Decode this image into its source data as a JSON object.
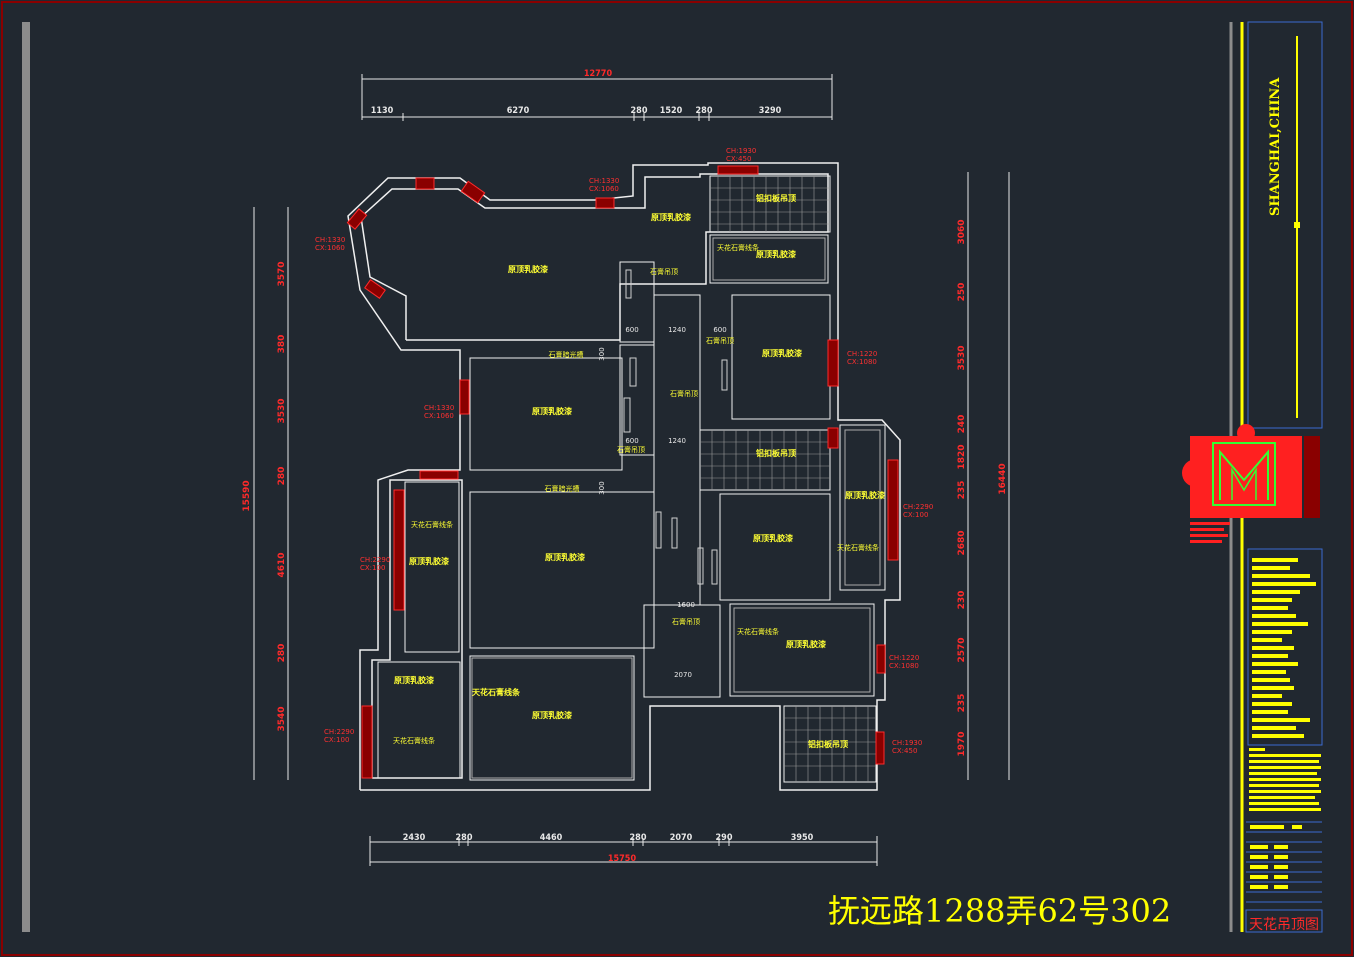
{
  "footer_title": "抚远路1288弄62号302",
  "drawing_title": "天花吊顶图",
  "title_block": {
    "city": "SHANGHAI,CHINA"
  },
  "dimensions": {
    "top_total": "12770",
    "top": [
      "1130",
      "6270",
      "280",
      "1520",
      "280",
      "3290"
    ],
    "bottom": [
      "2430",
      "280",
      "4460",
      "280",
      "2070",
      "290",
      "3950"
    ],
    "bottom_total": "15750",
    "left": [
      "3570",
      "380",
      "3530",
      "280",
      "4610",
      "280",
      "3540"
    ],
    "left_total": "15590",
    "right": [
      "3060",
      "250",
      "3530",
      "240",
      "1820",
      "235",
      "2680",
      "230",
      "2570",
      "235",
      "1970"
    ],
    "right_total": "16440"
  },
  "rooms": [
    "原顶乳胶漆",
    "原顶乳胶漆",
    "原顶乳胶漆",
    "原顶乳胶漆",
    "原顶乳胶漆",
    "原顶乳胶漆",
    "原顶乳胶漆",
    "原顶乳胶漆",
    "原顶乳胶漆",
    "原顶乳胶漆",
    "原顶乳胶漆"
  ],
  "notes": {
    "ch1930_cx450": "CH:1930\nCX:450",
    "ch1330_cx1060": "CH:1330\nCX:1060",
    "ch1220_cx1080": "CH:1220\nCX:1080",
    "ch2290_cx100": "CH:2290\nCX:100",
    "bath_ceiling": "铝扣板吊顶",
    "gypsum_line": "天花石膏线条",
    "gypsum_light": "石膏暗光槽",
    "gypsum_ceiling": "石膏吊顶",
    "dims_inner": [
      "600",
      "1240",
      "600",
      "600",
      "1240",
      "1600",
      "2070",
      "300",
      "300"
    ]
  }
}
